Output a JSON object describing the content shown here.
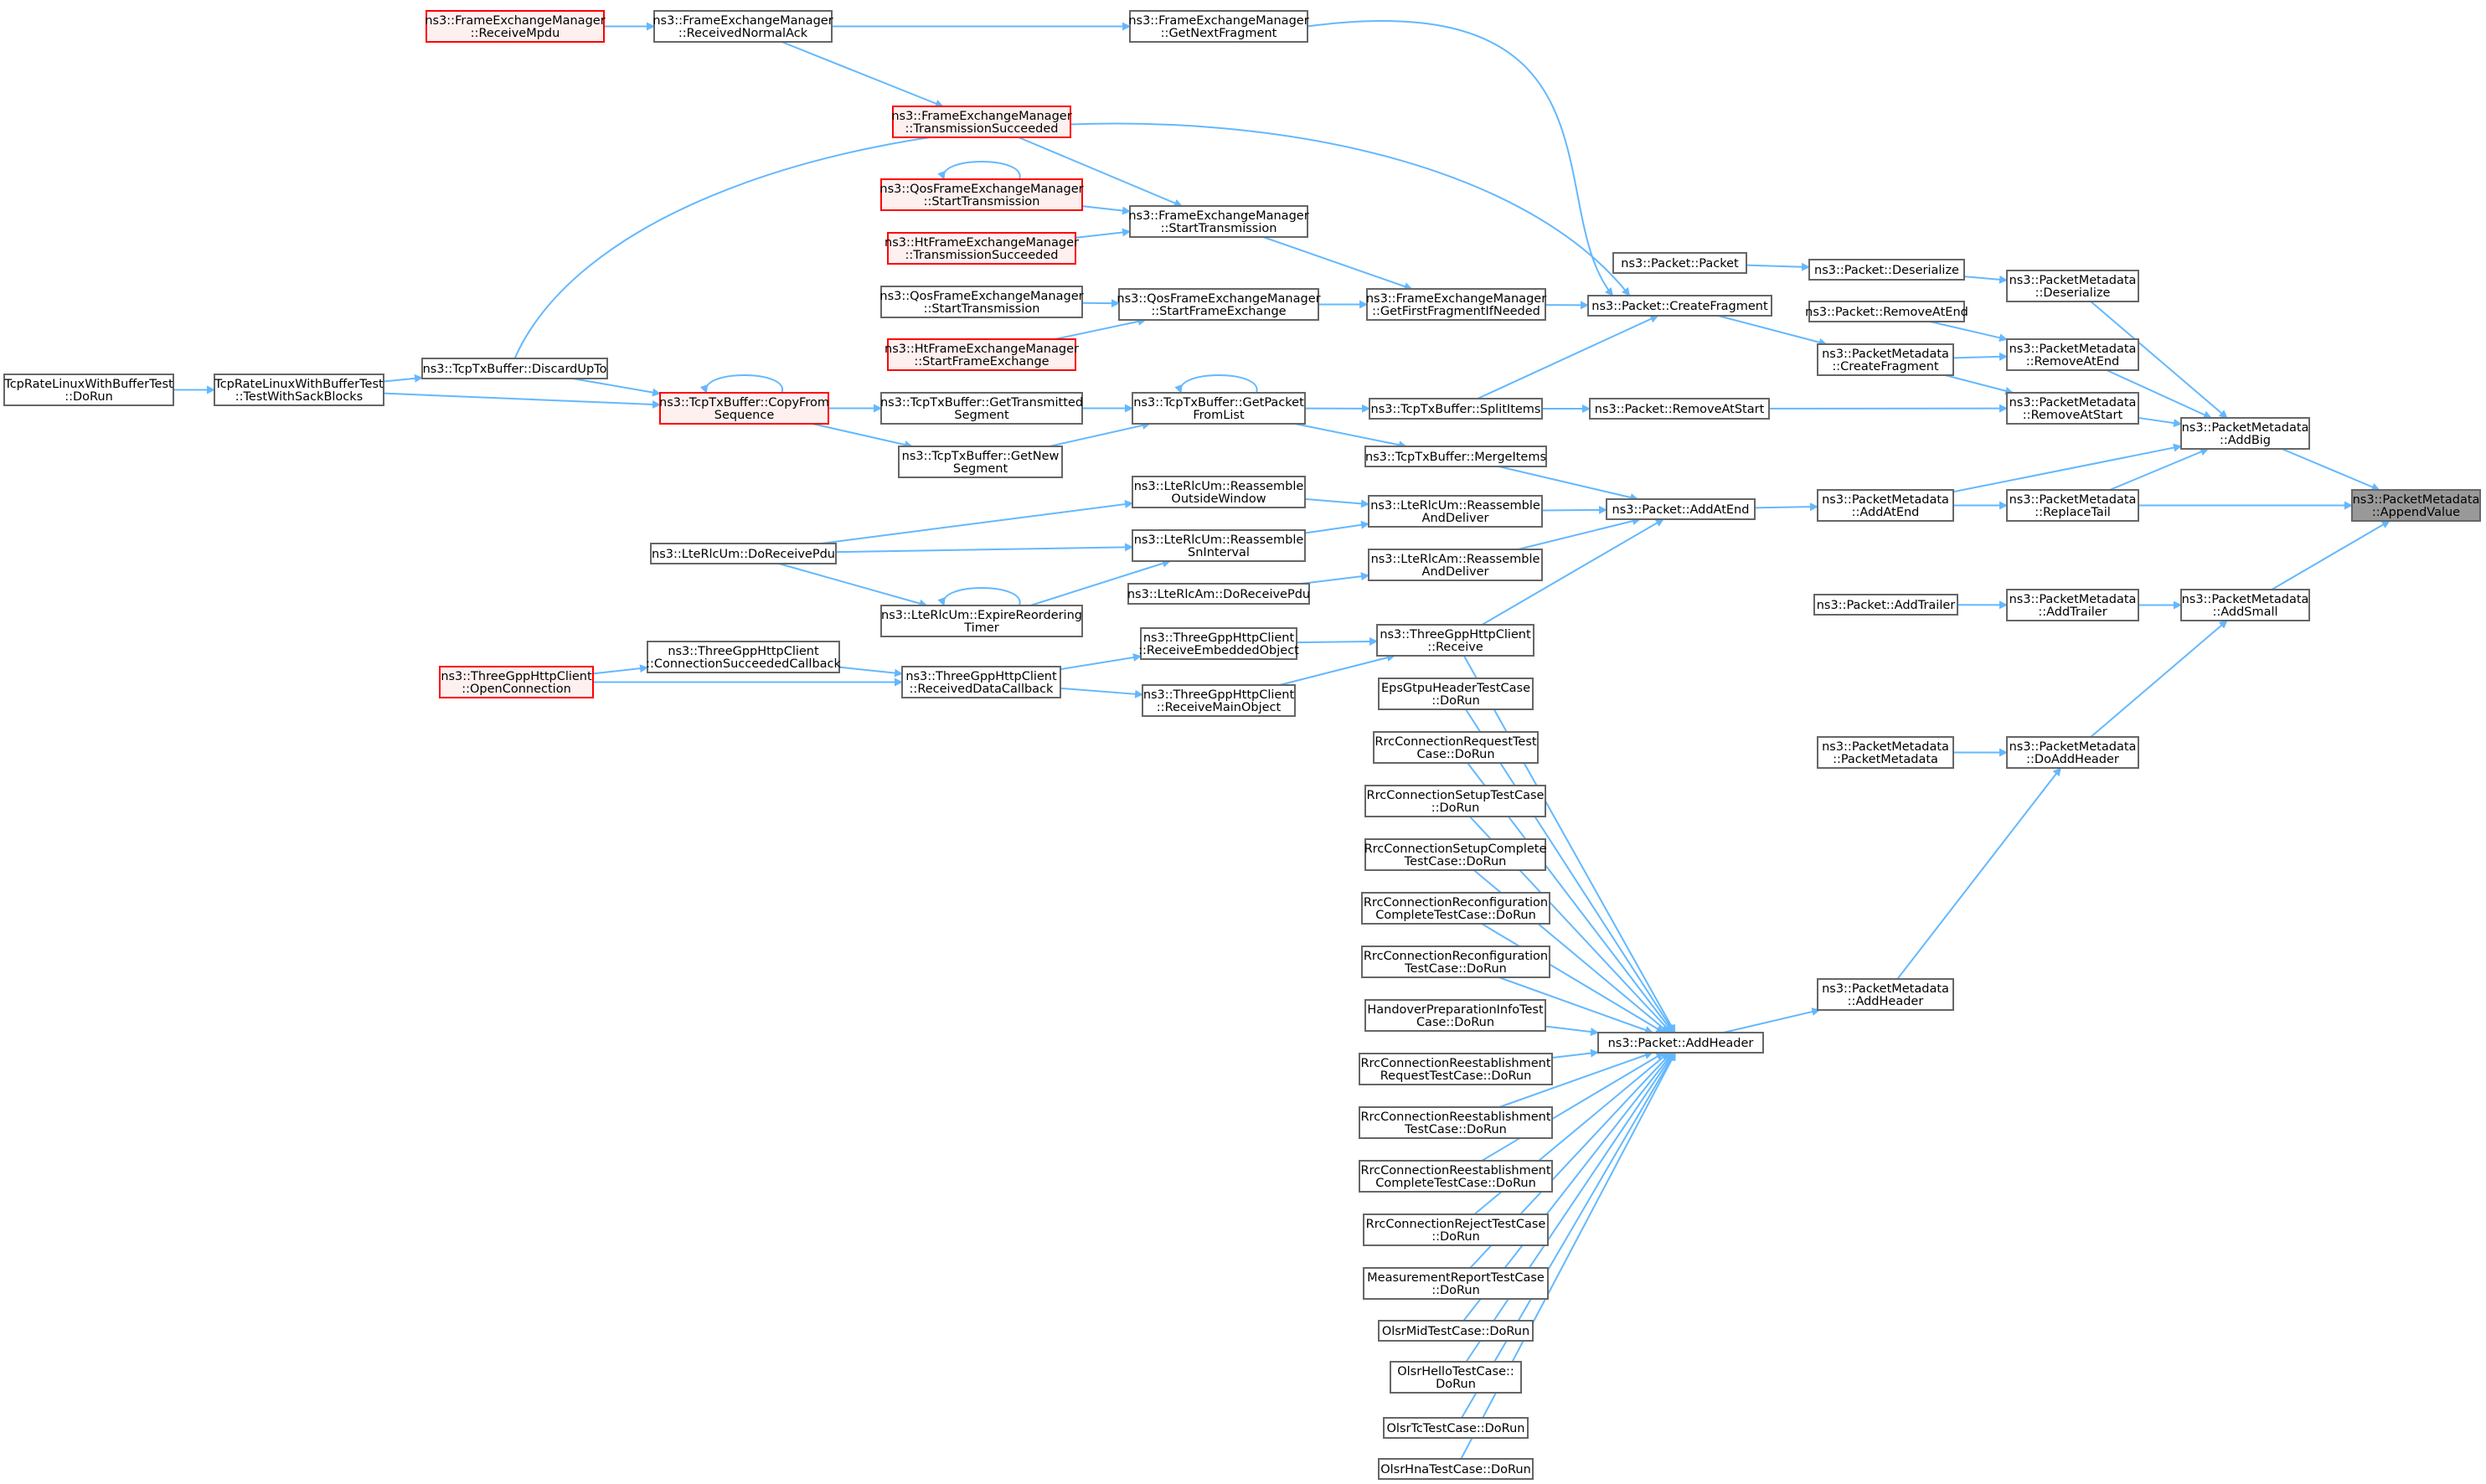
{
  "graph": {
    "colors": {
      "edge": "#63b8ff",
      "node_border": "#666666",
      "node_fill": "#ffffff",
      "highlight_border": "#ff0000",
      "highlight_fill": "#fff0f0",
      "focus_fill": "#999999",
      "focus_border": "#666666"
    },
    "nodes": [
      {
        "id": "append",
        "lines": [
          "ns3::PacketMetadata",
          "::AppendValue"
        ],
        "style": "focus"
      },
      {
        "id": "addbig",
        "lines": [
          "ns3::PacketMetadata",
          "::AddBig"
        ]
      },
      {
        "id": "addsmall",
        "lines": [
          "ns3::PacketMetadata",
          "::AddSmall"
        ]
      },
      {
        "id": "pmdeser",
        "lines": [
          "ns3::PacketMetadata",
          "::Deserialize"
        ]
      },
      {
        "id": "pmremend",
        "lines": [
          "ns3::PacketMetadata",
          "::RemoveAtEnd"
        ]
      },
      {
        "id": "pmremstart",
        "lines": [
          "ns3::PacketMetadata",
          "::RemoveAtStart"
        ]
      },
      {
        "id": "pmreptail",
        "lines": [
          "ns3::PacketMetadata",
          "::ReplaceTail"
        ]
      },
      {
        "id": "pmaddtrailer",
        "lines": [
          "ns3::PacketMetadata",
          "::AddTrailer"
        ]
      },
      {
        "id": "pmdoaddheader",
        "lines": [
          "ns3::PacketMetadata",
          "::DoAddHeader"
        ]
      },
      {
        "id": "pdeser",
        "lines": [
          "ns3::Packet::Deserialize"
        ]
      },
      {
        "id": "premend",
        "lines": [
          "ns3::Packet::RemoveAtEnd"
        ]
      },
      {
        "id": "pmcreatefrag",
        "lines": [
          "ns3::PacketMetadata",
          "::CreateFragment"
        ]
      },
      {
        "id": "pmaddatend",
        "lines": [
          "ns3::PacketMetadata",
          "::AddAtEnd"
        ]
      },
      {
        "id": "paddtrailer",
        "lines": [
          "ns3::Packet::AddTrailer"
        ]
      },
      {
        "id": "pmctor",
        "lines": [
          "ns3::PacketMetadata",
          "::PacketMetadata"
        ]
      },
      {
        "id": "pmaddheader",
        "lines": [
          "ns3::PacketMetadata",
          "::AddHeader"
        ]
      },
      {
        "id": "ppacket",
        "lines": [
          "ns3::Packet::Packet"
        ]
      },
      {
        "id": "pcreatefrag",
        "lines": [
          "ns3::Packet::CreateFragment"
        ]
      },
      {
        "id": "premstart",
        "lines": [
          "ns3::Packet::RemoveAtStart"
        ]
      },
      {
        "id": "paddatend",
        "lines": [
          "ns3::Packet::AddAtEnd"
        ]
      },
      {
        "id": "paddheader",
        "lines": [
          "ns3::Packet::AddHeader"
        ]
      },
      {
        "id": "fem_getnext",
        "lines": [
          "ns3::FrameExchangeManager",
          "::GetNextFragment"
        ]
      },
      {
        "id": "fem_getfirst",
        "lines": [
          "ns3::FrameExchangeManager",
          "::GetFirstFragmentIfNeeded"
        ]
      },
      {
        "id": "tcp_split",
        "lines": [
          "ns3::TcpTxBuffer::SplitItems"
        ]
      },
      {
        "id": "tcp_merge",
        "lines": [
          "ns3::TcpTxBuffer::MergeItems"
        ]
      },
      {
        "id": "lteum_reasm",
        "lines": [
          "ns3::LteRlcUm::Reassemble",
          "AndDeliver"
        ]
      },
      {
        "id": "lteam_reasm",
        "lines": [
          "ns3::LteRlcAm::Reassemble",
          "AndDeliver"
        ]
      },
      {
        "id": "tg_receive",
        "lines": [
          "ns3::ThreeGppHttpClient",
          "::Receive"
        ]
      },
      {
        "id": "eps",
        "lines": [
          "EpsGtpuHeaderTestCase",
          "::DoRun"
        ]
      },
      {
        "id": "rrc_req",
        "lines": [
          "RrcConnectionRequestTest",
          "Case::DoRun"
        ]
      },
      {
        "id": "rrc_setup",
        "lines": [
          "RrcConnectionSetupTestCase",
          "::DoRun"
        ]
      },
      {
        "id": "rrc_setupc",
        "lines": [
          "RrcConnectionSetupComplete",
          "TestCase::DoRun"
        ]
      },
      {
        "id": "rrc_recfgc",
        "lines": [
          "RrcConnectionReconfiguration",
          "CompleteTestCase::DoRun"
        ]
      },
      {
        "id": "rrc_recfg",
        "lines": [
          "RrcConnectionReconfiguration",
          "TestCase::DoRun"
        ]
      },
      {
        "id": "hoprep",
        "lines": [
          "HandoverPreparationInfoTest",
          "Case::DoRun"
        ]
      },
      {
        "id": "rrc_reestreq",
        "lines": [
          "RrcConnectionReestablishment",
          "RequestTestCase::DoRun"
        ]
      },
      {
        "id": "rrc_reest",
        "lines": [
          "RrcConnectionReestablishment",
          "TestCase::DoRun"
        ]
      },
      {
        "id": "rrc_reestc",
        "lines": [
          "RrcConnectionReestablishment",
          "CompleteTestCase::DoRun"
        ]
      },
      {
        "id": "rrc_reject",
        "lines": [
          "RrcConnectionRejectTestCase",
          "::DoRun"
        ]
      },
      {
        "id": "measrep",
        "lines": [
          "MeasurementReportTestCase",
          "::DoRun"
        ]
      },
      {
        "id": "olsr_mid",
        "lines": [
          "OlsrMidTestCase::DoRun"
        ]
      },
      {
        "id": "olsr_hello",
        "lines": [
          "OlsrHelloTestCase::",
          "DoRun"
        ]
      },
      {
        "id": "olsr_tc",
        "lines": [
          "OlsrTcTestCase::DoRun"
        ]
      },
      {
        "id": "olsr_hna",
        "lines": [
          "OlsrHnaTestCase::DoRun"
        ]
      },
      {
        "id": "fem_recvack",
        "lines": [
          "ns3::FrameExchangeManager",
          "::ReceivedNormalAck"
        ]
      },
      {
        "id": "fem_starttx",
        "lines": [
          "ns3::FrameExchangeManager",
          "::StartTransmission"
        ]
      },
      {
        "id": "qos_startfe",
        "lines": [
          "ns3::QosFrameExchangeManager",
          "::StartFrameExchange"
        ]
      },
      {
        "id": "tcp_getpkt",
        "lines": [
          "ns3::TcpTxBuffer::GetPacket",
          "FromList"
        ]
      },
      {
        "id": "lteum_outside",
        "lines": [
          "ns3::LteRlcUm::Reassemble",
          "OutsideWindow"
        ]
      },
      {
        "id": "lteum_sn",
        "lines": [
          "ns3::LteRlcUm::Reassemble",
          "SnInterval"
        ]
      },
      {
        "id": "lteam_recv",
        "lines": [
          "ns3::LteRlcAm::DoReceivePdu"
        ]
      },
      {
        "id": "tg_recvemb",
        "lines": [
          "ns3::ThreeGppHttpClient",
          "::ReceiveEmbeddedObject"
        ]
      },
      {
        "id": "tg_recvmain",
        "lines": [
          "ns3::ThreeGppHttpClient",
          "::ReceiveMainObject"
        ]
      },
      {
        "id": "fem_recvmpdu",
        "lines": [
          "ns3::FrameExchangeManager",
          "::ReceiveMpdu"
        ],
        "style": "highlight"
      },
      {
        "id": "fem_txsucc",
        "lines": [
          "ns3::FrameExchangeManager",
          "::TransmissionSucceeded"
        ],
        "style": "highlight"
      },
      {
        "id": "qos_starttx_r",
        "lines": [
          "ns3::QosFrameExchangeManager",
          "::StartTransmission"
        ],
        "style": "highlight"
      },
      {
        "id": "ht_txsucc",
        "lines": [
          "ns3::HtFrameExchangeManager",
          "::TransmissionSucceeded"
        ],
        "style": "highlight"
      },
      {
        "id": "qos_starttx",
        "lines": [
          "ns3::QosFrameExchangeManager",
          "::StartTransmission"
        ]
      },
      {
        "id": "ht_startfe",
        "lines": [
          "ns3::HtFrameExchangeManager",
          "::StartFrameExchange"
        ],
        "style": "highlight"
      },
      {
        "id": "tcp_gettxseg",
        "lines": [
          "ns3::TcpTxBuffer::GetTransmitted",
          "Segment"
        ]
      },
      {
        "id": "tcp_getnewseg",
        "lines": [
          "ns3::TcpTxBuffer::GetNew",
          "Segment"
        ]
      },
      {
        "id": "lteum_expire",
        "lines": [
          "ns3::LteRlcUm::ExpireReordering",
          "Timer"
        ]
      },
      {
        "id": "tg_recvdata",
        "lines": [
          "ns3::ThreeGppHttpClient",
          "::ReceivedDataCallback"
        ]
      },
      {
        "id": "tcp_discard",
        "lines": [
          "ns3::TcpTxBuffer::DiscardUpTo"
        ]
      },
      {
        "id": "tcp_copyfrom",
        "lines": [
          "ns3::TcpTxBuffer::CopyFrom",
          "Sequence"
        ],
        "style": "highlight"
      },
      {
        "id": "lteum_recv",
        "lines": [
          "ns3::LteRlcUm::DoReceivePdu"
        ]
      },
      {
        "id": "tg_connsucc",
        "lines": [
          "ns3::ThreeGppHttpClient",
          "::ConnectionSucceededCallback"
        ]
      },
      {
        "id": "tg_openconn",
        "lines": [
          "ns3::ThreeGppHttpClient",
          "::OpenConnection"
        ],
        "style": "highlight"
      },
      {
        "id": "tcprate_sack",
        "lines": [
          "TcpRateLinuxWithBufferTest",
          "::TestWithSackBlocks"
        ]
      },
      {
        "id": "tcprate_run",
        "lines": [
          "TcpRateLinuxWithBufferTest",
          "::DoRun"
        ]
      }
    ],
    "edges": [
      [
        "addbig",
        "append"
      ],
      [
        "addsmall",
        "append"
      ],
      [
        "pmdeser",
        "addbig"
      ],
      [
        "pmremend",
        "addbig"
      ],
      [
        "pmremstart",
        "addbig"
      ],
      [
        "pmreptail",
        "addbig"
      ],
      [
        "pmaddatend",
        "addbig"
      ],
      [
        "pmreptail",
        "append"
      ],
      [
        "pmaddtrailer",
        "addsmall"
      ],
      [
        "pmdoaddheader",
        "addsmall"
      ],
      [
        "pdeser",
        "pmdeser"
      ],
      [
        "premend",
        "pmremend"
      ],
      [
        "pmcreatefrag",
        "pmremend"
      ],
      [
        "pmcreatefrag",
        "pmremstart"
      ],
      [
        "premstart",
        "pmremstart"
      ],
      [
        "pmaddatend",
        "pmreptail"
      ],
      [
        "paddtrailer",
        "pmaddtrailer"
      ],
      [
        "pmctor",
        "pmdoaddheader"
      ],
      [
        "pmaddheader",
        "pmdoaddheader"
      ],
      [
        "ppacket",
        "pdeser"
      ],
      [
        "pcreatefrag",
        "pmcreatefrag"
      ],
      [
        "paddatend",
        "pmaddatend"
      ],
      [
        "paddheader",
        "pmaddheader"
      ],
      [
        "fem_getnext",
        "pcreatefrag"
      ],
      [
        "fem_getfirst",
        "pcreatefrag"
      ],
      [
        "tcp_split",
        "pcreatefrag"
      ],
      [
        "tcp_discard",
        "pcreatefrag"
      ],
      [
        "tcp_split",
        "premstart"
      ],
      [
        "tcp_merge",
        "paddatend"
      ],
      [
        "lteum_reasm",
        "paddatend"
      ],
      [
        "lteam_reasm",
        "paddatend"
      ],
      [
        "tg_receive",
        "paddatend"
      ],
      [
        "tg_receive",
        "paddheader"
      ],
      [
        "eps",
        "paddheader"
      ],
      [
        "rrc_req",
        "paddheader"
      ],
      [
        "rrc_setup",
        "paddheader"
      ],
      [
        "rrc_setupc",
        "paddheader"
      ],
      [
        "rrc_recfgc",
        "paddheader"
      ],
      [
        "rrc_recfg",
        "paddheader"
      ],
      [
        "hoprep",
        "paddheader"
      ],
      [
        "rrc_reestreq",
        "paddheader"
      ],
      [
        "rrc_reest",
        "paddheader"
      ],
      [
        "rrc_reestc",
        "paddheader"
      ],
      [
        "rrc_reject",
        "paddheader"
      ],
      [
        "measrep",
        "paddheader"
      ],
      [
        "olsr_mid",
        "paddheader"
      ],
      [
        "olsr_hello",
        "paddheader"
      ],
      [
        "olsr_tc",
        "paddheader"
      ],
      [
        "olsr_hna",
        "paddheader"
      ],
      [
        "fem_recvack",
        "fem_getnext"
      ],
      [
        "fem_starttx",
        "fem_getfirst"
      ],
      [
        "qos_startfe",
        "fem_getfirst"
      ],
      [
        "tcp_getpkt",
        "tcp_split"
      ],
      [
        "tcp_getpkt",
        "tcp_merge"
      ],
      [
        "lteum_outside",
        "lteum_reasm"
      ],
      [
        "lteum_sn",
        "lteum_reasm"
      ],
      [
        "lteam_recv",
        "lteam_reasm"
      ],
      [
        "tg_recvemb",
        "tg_receive"
      ],
      [
        "tg_recvmain",
        "tg_receive"
      ],
      [
        "fem_recvmpdu",
        "fem_recvack"
      ],
      [
        "fem_recvack",
        "fem_txsucc"
      ],
      [
        "fem_txsucc",
        "fem_starttx"
      ],
      [
        "qos_starttx_r",
        "fem_starttx"
      ],
      [
        "ht_txsucc",
        "fem_starttx"
      ],
      [
        "qos_starttx",
        "qos_startfe"
      ],
      [
        "ht_startfe",
        "qos_startfe"
      ],
      [
        "tcp_gettxseg",
        "tcp_getpkt"
      ],
      [
        "tcp_getnewseg",
        "tcp_getpkt"
      ],
      [
        "tcp_getpkt",
        "tcp_getpkt"
      ],
      [
        "lteum_recv",
        "lteum_outside"
      ],
      [
        "lteum_recv",
        "lteum_sn"
      ],
      [
        "lteum_expire",
        "lteum_sn"
      ],
      [
        "lteum_expire",
        "lteum_expire"
      ],
      [
        "lteum_recv",
        "lteum_expire"
      ],
      [
        "tg_recvdata",
        "tg_recvemb"
      ],
      [
        "tg_recvdata",
        "tg_recvmain"
      ],
      [
        "tcp_copyfrom",
        "tcp_gettxseg"
      ],
      [
        "tcp_copyfrom",
        "tcp_getnewseg"
      ],
      [
        "tcp_copyfrom",
        "tcp_copyfrom"
      ],
      [
        "qos_starttx_r",
        "qos_starttx_r"
      ],
      [
        "tcp_discard",
        "tcp_copyfrom"
      ],
      [
        "tcprate_sack",
        "tcp_discard"
      ],
      [
        "tcprate_sack",
        "tcp_copyfrom"
      ],
      [
        "tcprate_run",
        "tcprate_sack"
      ],
      [
        "tg_connsucc",
        "tg_recvdata"
      ],
      [
        "tg_openconn",
        "tg_recvdata"
      ],
      [
        "tg_openconn",
        "tg_connsucc"
      ]
    ]
  }
}
